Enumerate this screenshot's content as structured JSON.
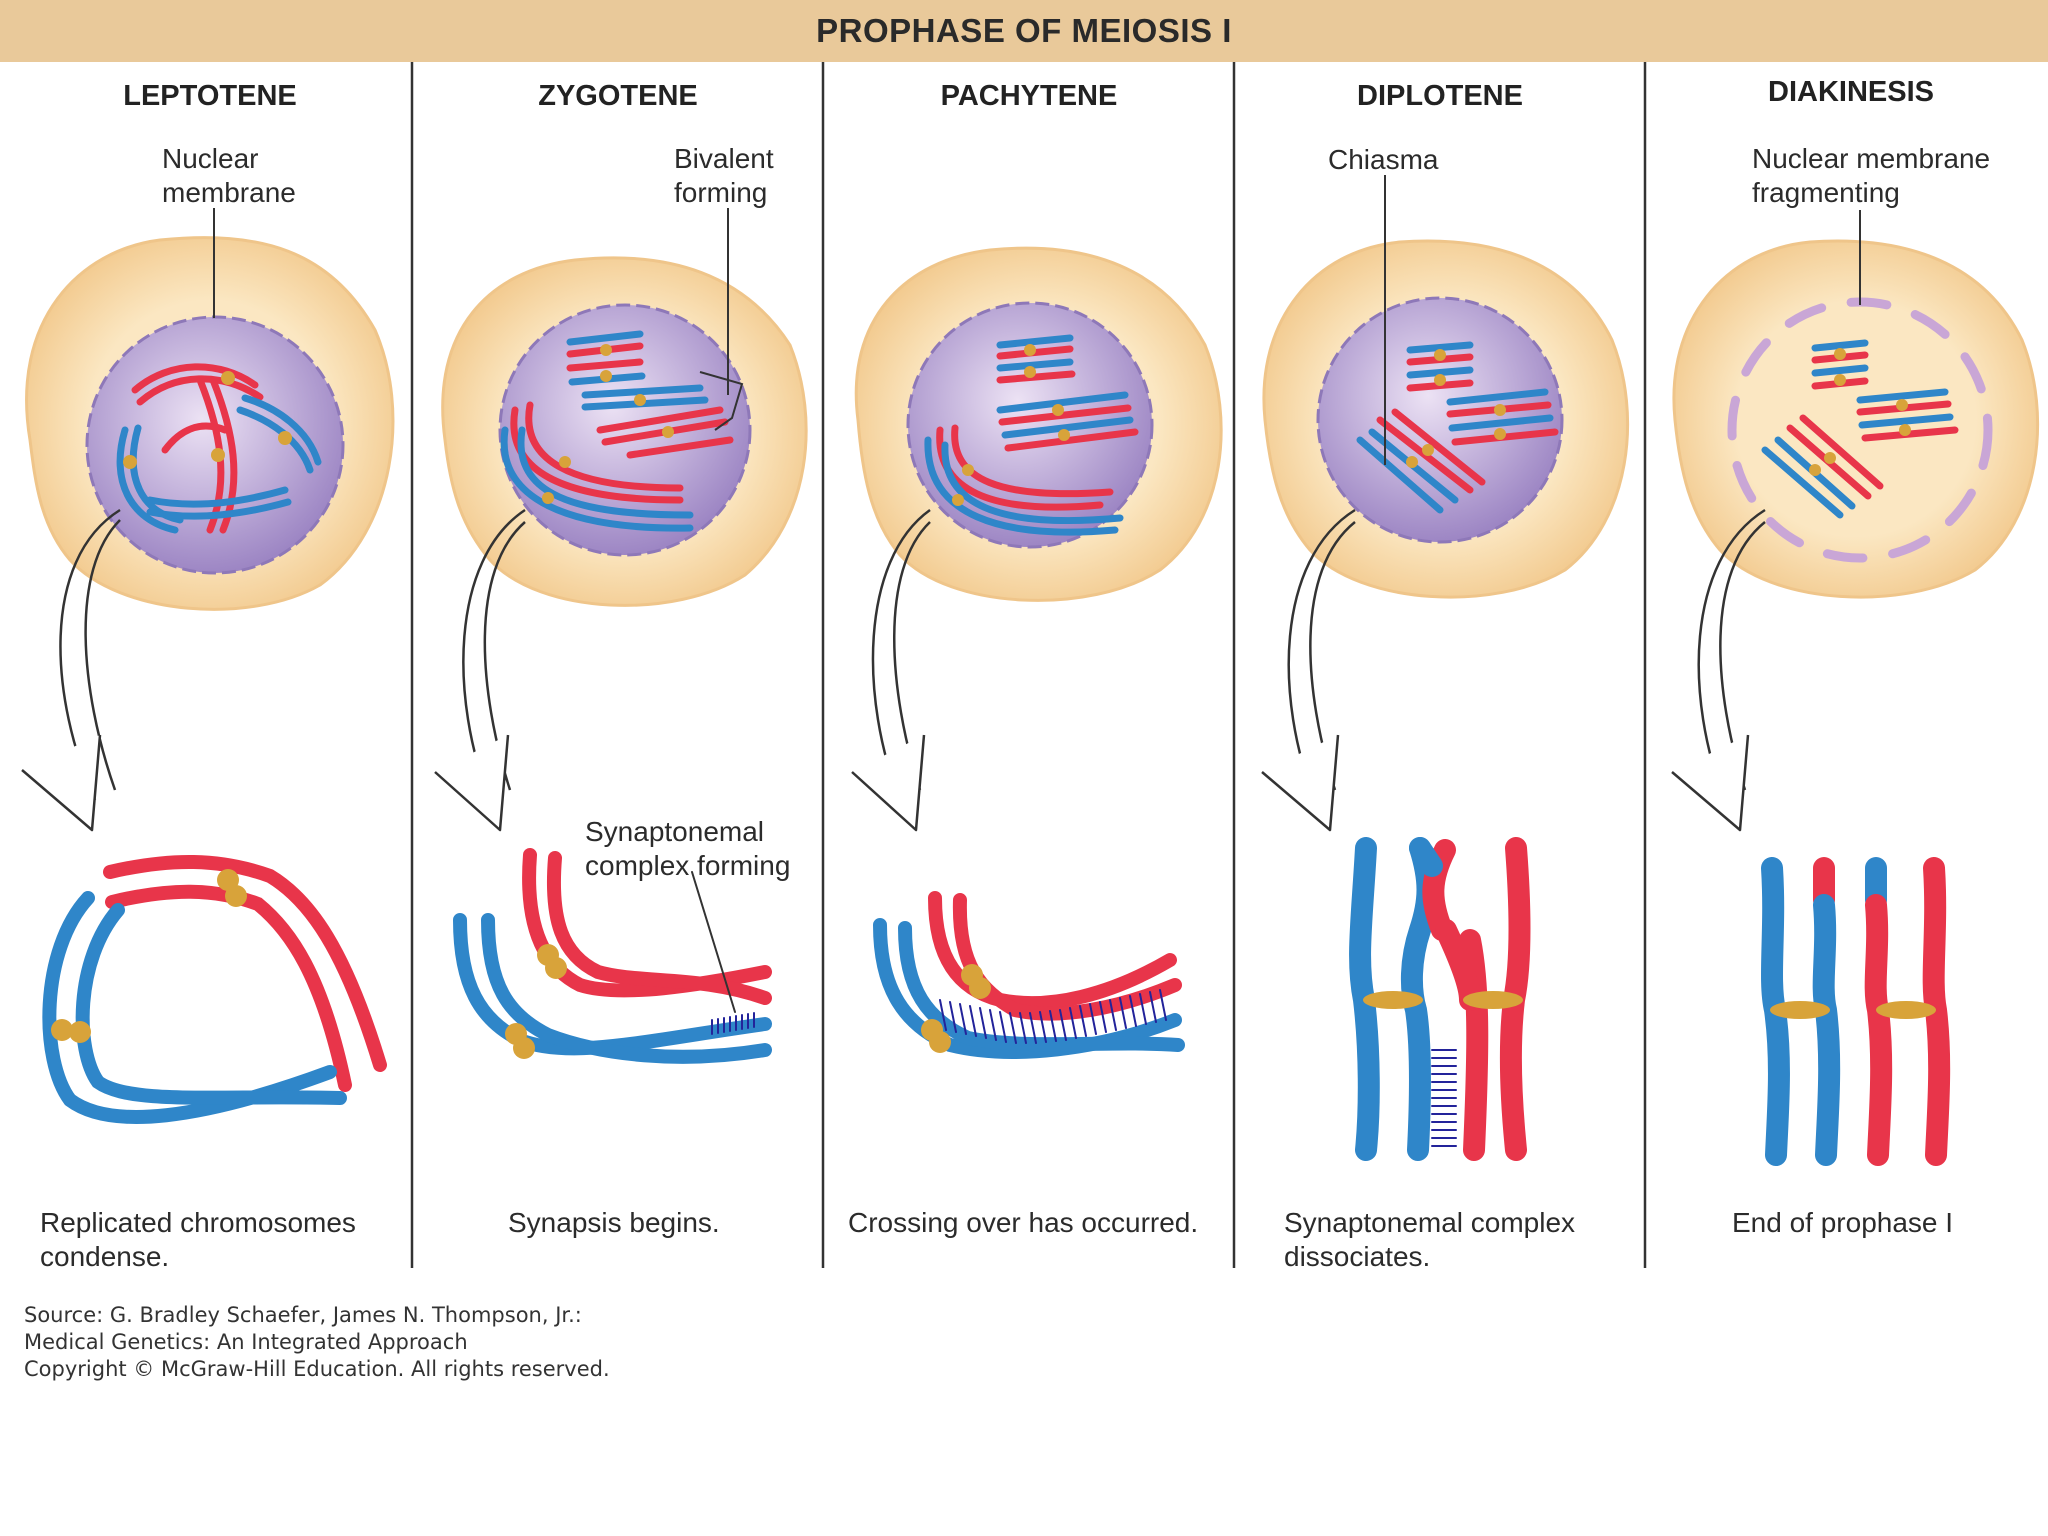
{
  "title": "PROPHASE OF MEIOSIS I",
  "colors": {
    "banner": "#e9c99a",
    "cytoplasm": "#f6d9a6",
    "nucleus": "#b9a2d6",
    "maternal_chromosome": "#e8354a",
    "paternal_chromosome": "#2f86c9",
    "centromere": "#d8a33a",
    "synaptonemal_complex": "#23239a"
  },
  "stages": [
    {
      "name": "LEPTOTENE",
      "label": "Nuclear\nmembrane",
      "caption": "Replicated chromosomes\ncondense."
    },
    {
      "name": "ZYGOTENE",
      "label": "Bivalent\nforming",
      "label2": "Synaptonemal\ncomplex forming",
      "caption": "Synapsis begins."
    },
    {
      "name": "PACHYTENE",
      "caption": "Crossing over has occurred."
    },
    {
      "name": "DIPLOTENE",
      "label": "Chiasma",
      "caption": "Synaptonemal complex\ndissociates."
    },
    {
      "name": "DIAKINESIS",
      "label": "Nuclear membrane\nfragmenting",
      "caption": "End of prophase I"
    }
  ],
  "source": {
    "line1": "Source: G. Bradley Schaefer, James N. Thompson, Jr.:",
    "line2": "Medical Genetics: An Integrated Approach",
    "line3": "Copyright © McGraw-Hill Education. All rights reserved."
  }
}
